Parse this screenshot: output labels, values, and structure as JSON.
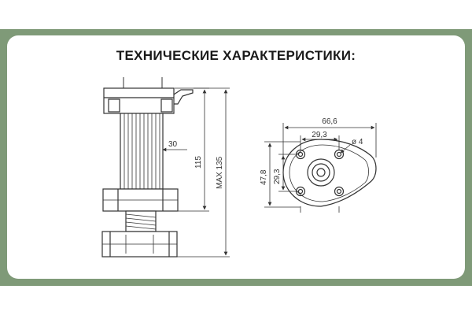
{
  "title": "ТЕХНИЧЕСКИЕ ХАРАКТЕРИСТИКИ:",
  "side_view": {
    "dim_diameter": "30",
    "dim_height": "115",
    "dim_max_height": "MAX 135"
  },
  "top_view": {
    "dim_length": "66,6",
    "dim_hole_spacing_x": "29,3",
    "dim_hole": "ø 4",
    "dim_width": "47,8",
    "dim_hole_spacing_y": "29,3"
  }
}
